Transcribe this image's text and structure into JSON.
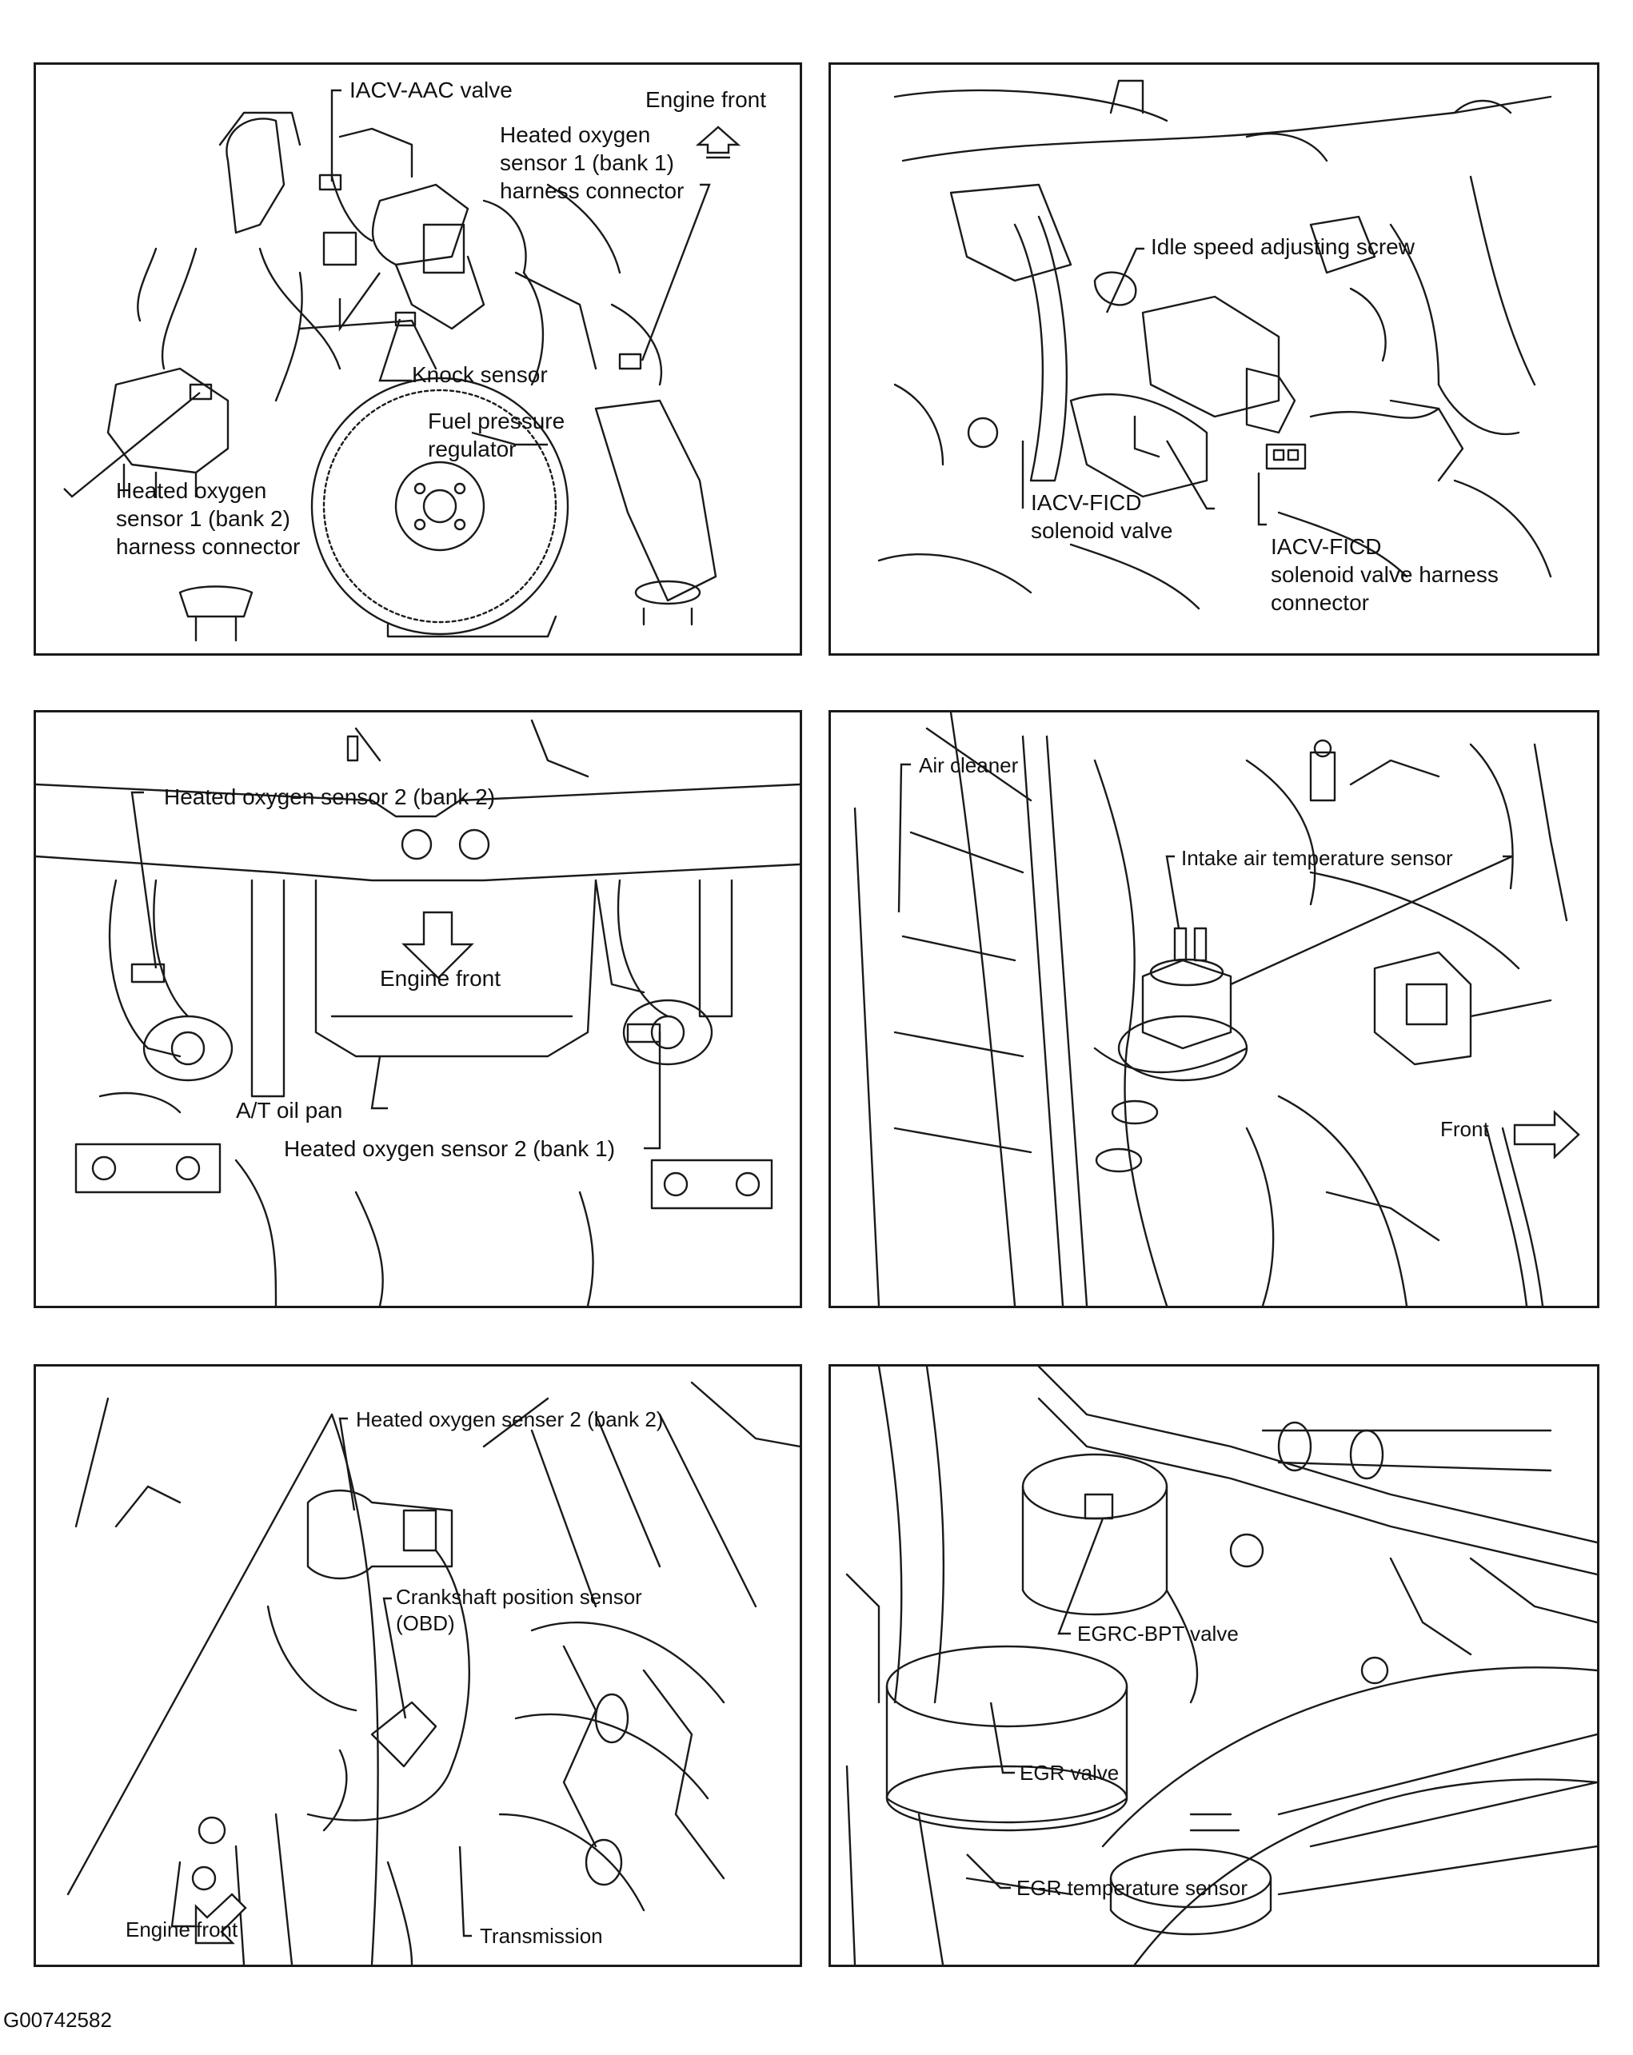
{
  "reference_code": "G00742582",
  "panels": [
    {
      "id": "engine-top",
      "labels": {
        "iacv_aac": "IACV-AAC valve",
        "engine_front": "Engine front",
        "ho2s1_bank1": "Heated oxygen\nsensor 1 (bank 1)\nharness connector",
        "knock": "Knock sensor",
        "fpr": "Fuel pressure\nregulator",
        "ho2s1_bank2": "Heated oxygen\nsensor 1 (bank 2)\nharness connector"
      }
    },
    {
      "id": "idle-area",
      "labels": {
        "idle_screw": "Idle speed adjusting screw",
        "iacv_ficd": "IACV-FICD\nsolenoid valve",
        "iacv_ficd_conn": "IACV-FICD\nsolenoid valve harness\nconnector"
      }
    },
    {
      "id": "underbody",
      "labels": {
        "ho2s2_bank2": "Heated oxygen sensor 2 (bank 2)",
        "engine_front": "Engine front",
        "at_oil_pan": "A/T oil pan",
        "ho2s2_bank1": "Heated oxygen sensor 2 (bank 1)"
      }
    },
    {
      "id": "air-cleaner",
      "labels": {
        "air_cleaner": "Air cleaner",
        "iat": "Intake air temperature sensor",
        "front": "Front"
      }
    },
    {
      "id": "transmission",
      "labels": {
        "ho2s2_bank2": "Heated oxygen senser 2 (bank 2)",
        "ckp": "Crankshaft position sensor\n(OBD)",
        "transmission": "Transmission",
        "engine_front": "Engine front"
      }
    },
    {
      "id": "egr",
      "labels": {
        "egrc_bpt": "EGRC-BPT valve",
        "egr_valve": "EGR valve",
        "egr_temp": "EGR temperature sensor"
      }
    }
  ]
}
